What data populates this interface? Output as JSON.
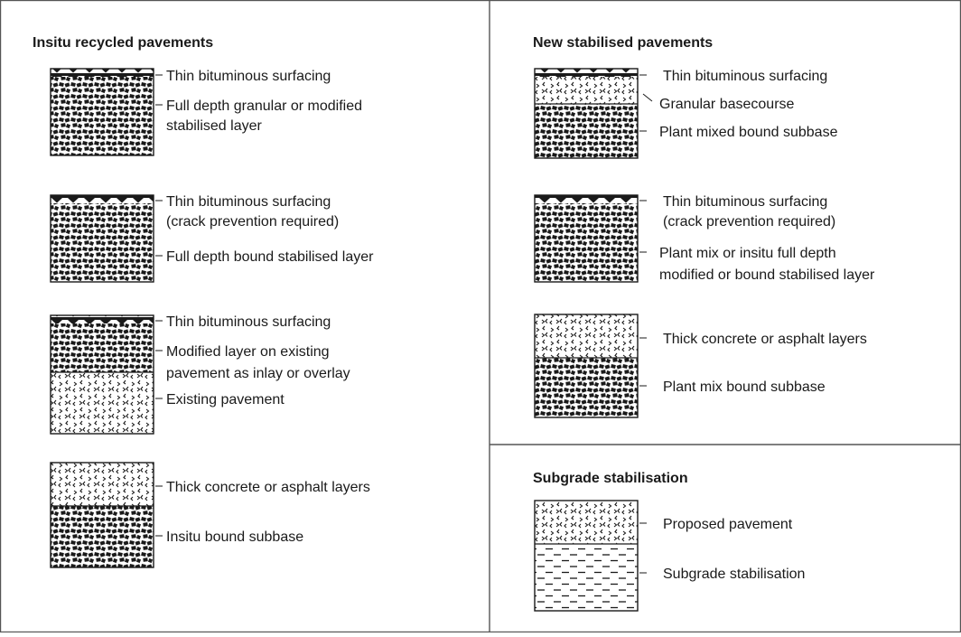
{
  "panels": {
    "insitu": {
      "title": "Insitu recycled pavements",
      "diagrams": [
        {
          "labels": [
            "Thin bituminous surfacing",
            "Full depth granular or modified",
            "stabilised layer"
          ]
        },
        {
          "labels": [
            "Thin bituminous surfacing",
            "(crack prevention required)",
            "Full depth bound stabilised layer"
          ]
        },
        {
          "labels": [
            "Thin bituminous surfacing",
            "Modified layer on existing",
            "pavement as inlay or overlay",
            "Existing pavement"
          ]
        },
        {
          "labels": [
            "Thick concrete or asphalt layers",
            "Insitu bound subbase"
          ]
        }
      ]
    },
    "new_stabilised": {
      "title": "New stabilised pavements",
      "diagrams": [
        {
          "labels": [
            "Thin bituminous surfacing",
            "Granular basecourse",
            "Plant mixed bound subbase"
          ]
        },
        {
          "labels": [
            "Thin bituminous surfacing",
            "(crack prevention required)",
            "Plant mix or insitu full depth",
            "modified or bound stabilised layer"
          ]
        },
        {
          "labels": [
            "Thick concrete or asphalt layers",
            "Plant mix bound subbase"
          ]
        }
      ]
    },
    "subgrade": {
      "title": "Subgrade stabilisation",
      "diagrams": [
        {
          "labels": [
            "Proposed pavement",
            "Subgrade stabilisation"
          ]
        }
      ]
    }
  },
  "layer_patterns": [
    "surfacing-triangles",
    "bound-blocks",
    "granular-chevrons",
    "subgrade-dashes"
  ],
  "colors": {
    "line": "#1a1a1a",
    "fill": "#ffffff",
    "frame": "#555555"
  }
}
